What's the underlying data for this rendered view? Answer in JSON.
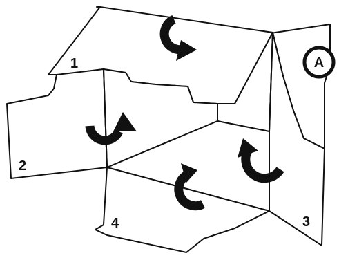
{
  "panels": {
    "top_flap": {
      "label": "1"
    },
    "left_flap": {
      "label": "2"
    },
    "right_flap": {
      "label": "3"
    },
    "bottom_flap": {
      "label": "4"
    }
  },
  "badge": {
    "label": "A"
  },
  "arrows": [
    {
      "id": "top",
      "icon": "rotate-clockwise-arrow"
    },
    {
      "id": "left",
      "icon": "rotate-clockwise-arrow"
    },
    {
      "id": "bottom",
      "icon": "rotate-clockwise-arrow"
    },
    {
      "id": "right",
      "icon": "rotate-clockwise-arrow"
    }
  ],
  "colors": {
    "line": "#111111",
    "background": "#ffffff"
  }
}
